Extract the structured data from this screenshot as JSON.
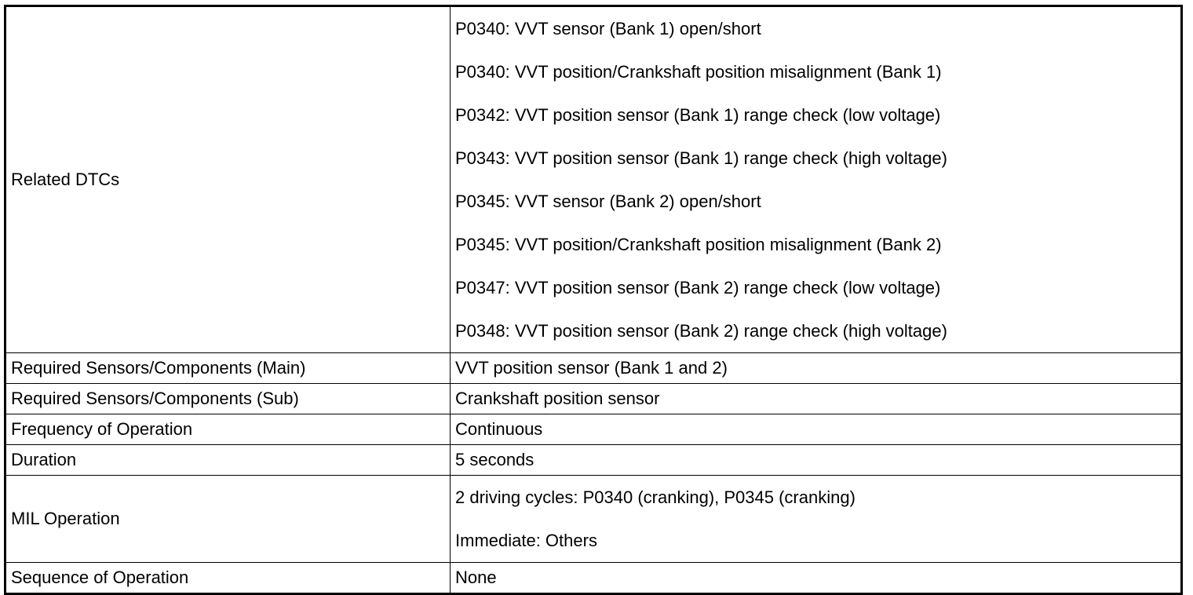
{
  "rows": [
    {
      "label": "Related DTCs",
      "values": [
        "P0340: VVT sensor (Bank 1) open/short",
        "P0340: VVT position/Crankshaft position misalignment (Bank 1)",
        "P0342: VVT position sensor (Bank 1) range check (low voltage)",
        "P0343: VVT position sensor (Bank 1) range check (high voltage)",
        "P0345: VVT sensor (Bank 2) open/short",
        "P0345: VVT position/Crankshaft position misalignment (Bank 2)",
        "P0347: VVT position sensor (Bank 2) range check (low voltage)",
        "P0348: VVT position sensor (Bank 2) range check (high voltage)"
      ]
    },
    {
      "label": "Required Sensors/Components (Main)",
      "values": [
        "VVT position sensor (Bank 1 and 2)"
      ]
    },
    {
      "label": "Required Sensors/Components (Sub)",
      "values": [
        "Crankshaft position sensor"
      ]
    },
    {
      "label": "Frequency of Operation",
      "values": [
        "Continuous"
      ]
    },
    {
      "label": "Duration",
      "values": [
        "5 seconds"
      ]
    },
    {
      "label": "MIL Operation",
      "values": [
        "2 driving cycles: P0340 (cranking), P0345 (cranking)",
        "Immediate: Others"
      ]
    },
    {
      "label": "Sequence of Operation",
      "values": [
        "None"
      ]
    }
  ]
}
